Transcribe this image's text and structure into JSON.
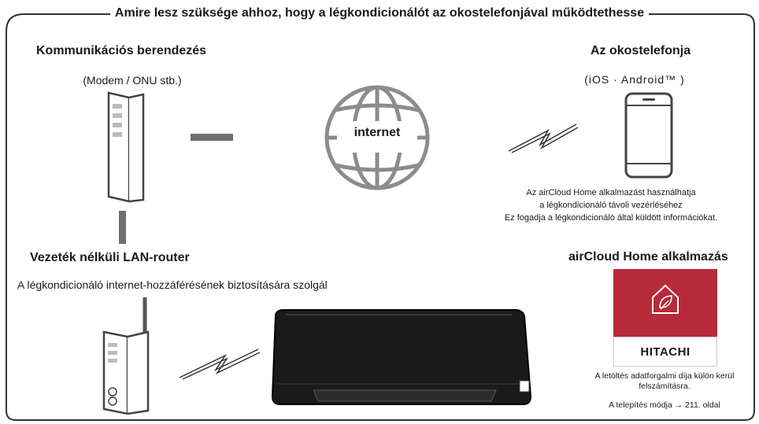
{
  "title": "Amire lesz szüksége ahhoz, hogy a légkondicionálót az okostelefonjával működtethesse",
  "communication_device": {
    "heading": "Kommunikációs berendezés",
    "subtitle": "(Modem / ONU stb.)"
  },
  "internet": {
    "label": "internet"
  },
  "smartphone": {
    "heading": "Az okostelefonja",
    "subtitle": "(iOS · Android™ )",
    "description_lines": [
      "Az airCloud Home alkalmazást használhatja",
      "a légkondicionáló távoli vezérléséhez",
      "Ez fogadja a légkondicionáló által küldött információkat."
    ]
  },
  "router": {
    "heading": "Vezeték nélküli LAN-router",
    "description": "A légkondicionáló internet-hozzáférésének biztosítására szolgál"
  },
  "app": {
    "heading": "airCloud Home alkalmazás",
    "brand": "HITACHI",
    "note_lines": [
      "A letöltés adatforgalmi díja külön kerül",
      "felszámításra."
    ],
    "install_note": "A telepítés módja → 211. oldal",
    "colors": {
      "brand_red": "#b72a3a",
      "brand_text": "#1a1a1a"
    }
  },
  "colors": {
    "frame": "#333333",
    "device_gray": "#6f6f6f",
    "globe_gray": "#8c8c8c"
  }
}
